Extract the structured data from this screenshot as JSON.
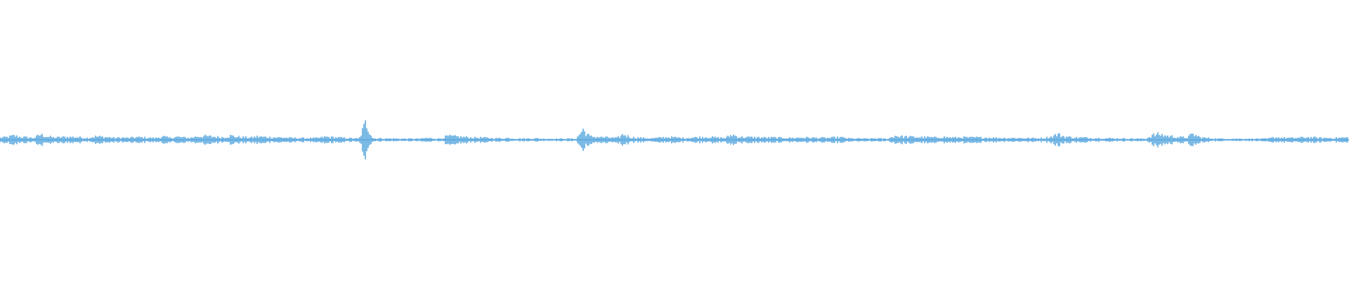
{
  "waveform": {
    "color": "#5ba8df",
    "background": "#ffffff",
    "amplitude_envelope": [
      0.12,
      0.14,
      0.22,
      0.16,
      0.13,
      0.1,
      0.28,
      0.18,
      0.12,
      0.14,
      0.16,
      0.15,
      0.13,
      0.1,
      0.18,
      0.16,
      0.14,
      0.1,
      0.12,
      0.1,
      0.14,
      0.13,
      0.11,
      0.1,
      0.18,
      0.1,
      0.16,
      0.13,
      0.1,
      0.18,
      0.2,
      0.18,
      0.16,
      0.14,
      0.22,
      0.16,
      0.14,
      0.12,
      0.18,
      0.15,
      0.14,
      0.13,
      0.12,
      0.1,
      0.1,
      0.09,
      0.09,
      0.1,
      0.16,
      0.14,
      0.12,
      0.1,
      0.08,
      0.07,
      0.95,
      0.08,
      0.08,
      0.07,
      0.07,
      0.06,
      0.06,
      0.06,
      0.06,
      0.1,
      0.07,
      0.07,
      0.2,
      0.18,
      0.16,
      0.14,
      0.12,
      0.12,
      0.1,
      0.09,
      0.08,
      0.1,
      0.07,
      0.07,
      0.07,
      0.08,
      0.06,
      0.06,
      0.06,
      0.06,
      0.06,
      0.06,
      0.55,
      0.18,
      0.16,
      0.14,
      0.12,
      0.1,
      0.3,
      0.14,
      0.12,
      0.1,
      0.08,
      0.1,
      0.14,
      0.14,
      0.12,
      0.1,
      0.12,
      0.14,
      0.16,
      0.14,
      0.12,
      0.1,
      0.28,
      0.16,
      0.14,
      0.14,
      0.13,
      0.12,
      0.12,
      0.11,
      0.11,
      0.1,
      0.12,
      0.12,
      0.11,
      0.11,
      0.1,
      0.12,
      0.14,
      0.08,
      0.07,
      0.07,
      0.06,
      0.08,
      0.07,
      0.06,
      0.22,
      0.18,
      0.16,
      0.15,
      0.14,
      0.14,
      0.12,
      0.16,
      0.13,
      0.12,
      0.14,
      0.12,
      0.13,
      0.12,
      0.12,
      0.11,
      0.1,
      0.1,
      0.1,
      0.09,
      0.09,
      0.09,
      0.1,
      0.16,
      0.3,
      0.18,
      0.14,
      0.12,
      0.12,
      0.1,
      0.1,
      0.09,
      0.08,
      0.08,
      0.07,
      0.07,
      0.06,
      0.06,
      0.24,
      0.3,
      0.22,
      0.18,
      0.14,
      0.12,
      0.3,
      0.14,
      0.1,
      0.08,
      0.06,
      0.06,
      0.06,
      0.06,
      0.06,
      0.06,
      0.06,
      0.06,
      0.14,
      0.12,
      0.1,
      0.1,
      0.12,
      0.14,
      0.12,
      0.1,
      0.1,
      0.1,
      0.12,
      0.12
    ]
  }
}
